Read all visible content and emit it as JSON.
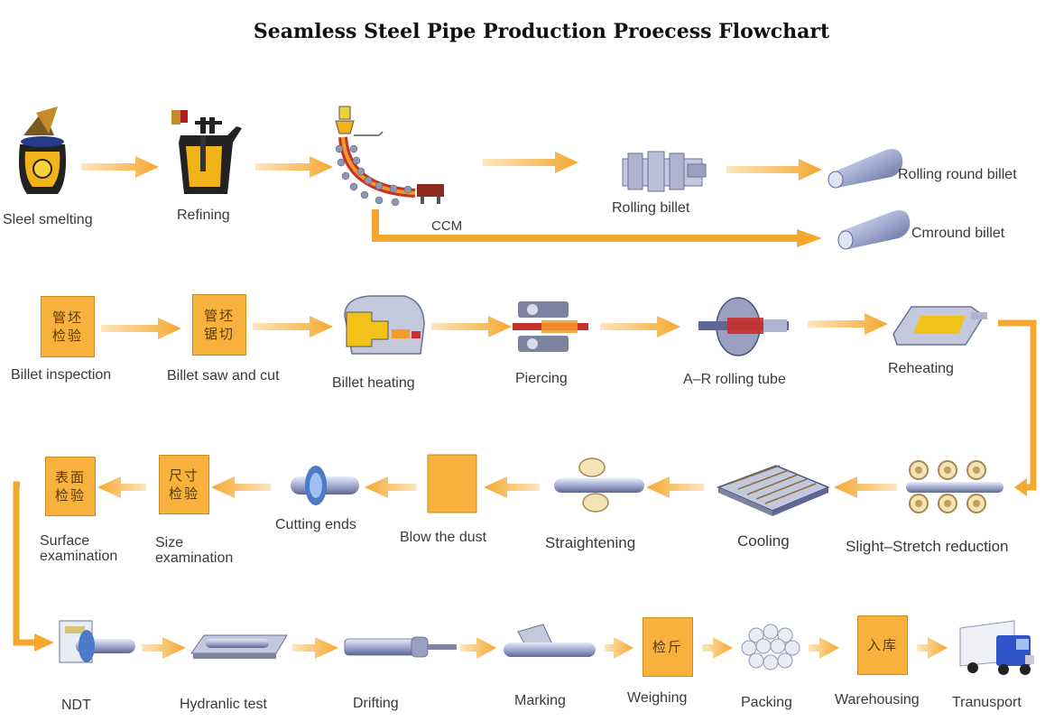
{
  "title": "Seamless Steel Pipe Production Proecess Flowchart",
  "colors": {
    "arrow": "#f6b64f",
    "box": "#f7b13c",
    "steel": "#9aa3c7",
    "steel_dark": "#4a5480"
  },
  "steps": {
    "steel_smelting": "Sleel smelting",
    "refining": "Refining",
    "ccm": "CCM",
    "rolling_billet": "Rolling billet",
    "rolling_round_billet": "Rolling round billet",
    "cmround_billet": "Cmround billet",
    "billet_inspection": "Billet inspection",
    "billet_saw_cut": "Billet saw and cut",
    "billet_heating": "Billet heating",
    "piercing": "Piercing",
    "ar_rolling_tube": "A–R rolling tube",
    "reheating": "Reheating",
    "slight_stretch": "Slight–Stretch reduction",
    "cooling": "Cooling",
    "straightening": "Straightening",
    "blow_dust": "Blow the dust",
    "cutting_ends": "Cutting ends",
    "size_exam_1": "Size",
    "size_exam_2": "examination",
    "surface_exam_1": "Surface",
    "surface_exam_2": "examination",
    "ndt": "NDT",
    "hydraulic_test": "Hydranlic test",
    "drifting": "Drifting",
    "marking": "Marking",
    "weighing": "Weighing",
    "packing": "Packing",
    "warehousing": "Warehousing",
    "transport": "Tranusport"
  },
  "boxes": {
    "billet_inspection": [
      "管坯",
      "检验"
    ],
    "billet_saw_cut": [
      "管坯",
      "锯切"
    ],
    "size_exam": [
      "尺寸",
      "检验"
    ],
    "surface_exam": [
      "表面",
      "检验"
    ],
    "weighing": [
      "检斤"
    ],
    "warehousing": [
      "入库"
    ]
  }
}
